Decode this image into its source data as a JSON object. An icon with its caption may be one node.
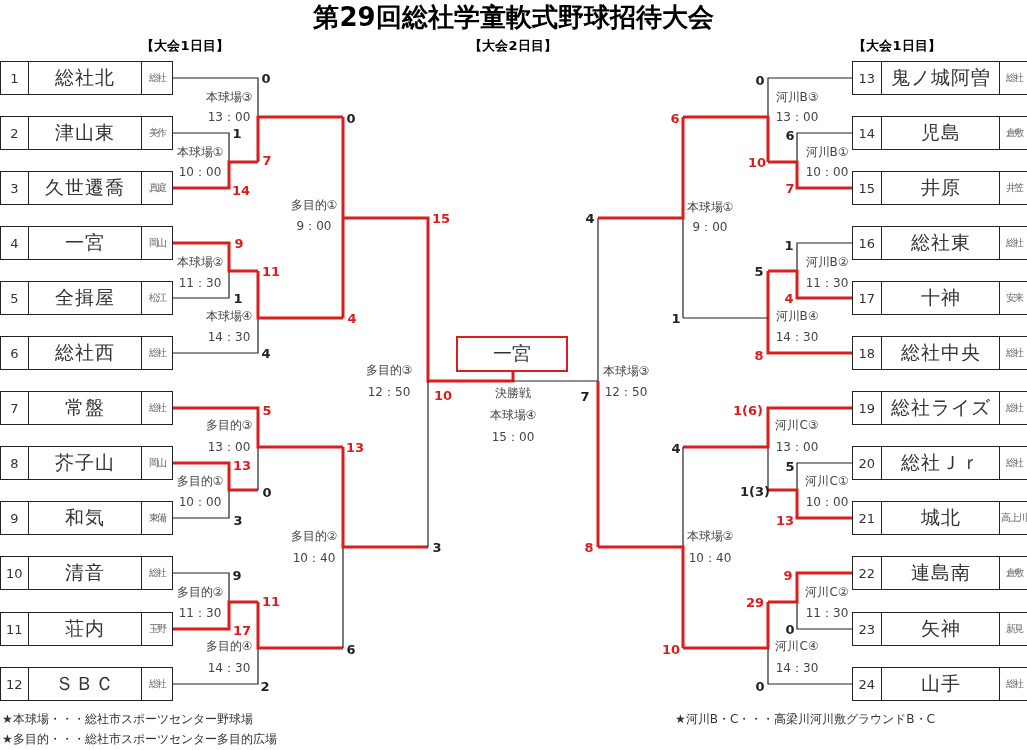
{
  "diagram": {
    "title": "第29回総社学童軟式野球招待大会",
    "nodes": [
      {
        "text": [
          "1",
          "総社北",
          "総社"
        ]
      },
      {
        "text": [
          "2",
          "津山東",
          "美作"
        ]
      },
      {
        "text": [
          "3",
          "久世遷喬",
          "真庭"
        ]
      },
      {
        "text": [
          "4",
          "一宮",
          "岡山"
        ]
      },
      {
        "text": [
          "5",
          "全揖屋",
          "松江"
        ]
      },
      {
        "text": [
          "6",
          "総社西",
          "総社"
        ]
      },
      {
        "text": [
          "7",
          "常盤",
          "総社"
        ]
      },
      {
        "text": [
          "8",
          "芥子山",
          "岡山"
        ]
      },
      {
        "text": [
          "9",
          "和気",
          "東備"
        ]
      },
      {
        "text": [
          "10",
          "清音",
          "総社"
        ]
      },
      {
        "text": [
          "11",
          "荘内",
          "玉野"
        ]
      },
      {
        "text": [
          "12",
          "ＳＢＣ",
          "総社"
        ]
      },
      {
        "text": [
          "13",
          "鬼ノ城阿曽",
          "総社"
        ]
      },
      {
        "text": [
          "14",
          "児島",
          "倉敷"
        ]
      },
      {
        "text": [
          "15",
          "井原",
          "井笠"
        ]
      },
      {
        "text": [
          "16",
          "総社東",
          "総社"
        ]
      },
      {
        "text": [
          "17",
          "十神",
          "安来"
        ]
      },
      {
        "text": [
          "18",
          "総社中央",
          "総社"
        ]
      },
      {
        "text": [
          "19",
          "総社ライズ",
          "総社"
        ]
      },
      {
        "text": [
          "20",
          "総社Ｊｒ",
          "総社"
        ]
      },
      {
        "text": [
          "21",
          "城北",
          "高上川"
        ]
      },
      {
        "text": [
          "22",
          "連島南",
          "倉敷"
        ]
      },
      {
        "text": [
          "23",
          "矢神",
          "新見"
        ]
      },
      {
        "text": [
          "24",
          "山手",
          "総社"
        ]
      },
      {
        "text": [
          "一宮"
        ]
      }
    ],
    "labels": [
      "【大会1日目】",
      "【大会2日目】",
      "【大会1日目】",
      "0",
      "本球場③",
      "13：00",
      "1",
      "本球場①",
      "10：00",
      "7",
      "14",
      "0",
      "多目的①",
      "9：00",
      "15",
      "9",
      "本球場②",
      "11：30",
      "11",
      "1",
      "本球場④",
      "14：30",
      "4",
      "4",
      "多目的③",
      "12：50",
      "10",
      "決勝戦",
      "本球場④",
      "15：00",
      "7",
      "本球場③",
      "12：50",
      "4",
      "8",
      "0",
      "河川B③",
      "13：00",
      "6",
      "6",
      "河川B①",
      "10：00",
      "10",
      "7",
      "本球場①",
      "9：00",
      "1",
      "河川B②",
      "11：30",
      "5",
      "4",
      "1",
      "河川B④",
      "14：30",
      "8",
      "5",
      "多目的③",
      "13：00",
      "13",
      "13",
      "多目的①",
      "10：00",
      "0",
      "3",
      "多目的②",
      "10：40",
      "3",
      "9",
      "多目的②",
      "11：30",
      "11",
      "17",
      "多目的④",
      "14：30",
      "6",
      "2",
      "1(6)",
      "河川C③",
      "13：00",
      "4",
      "5",
      "1(3)",
      "河川C①",
      "10：00",
      "13",
      "本球場②",
      "10：40",
      "9",
      "29",
      "河川C②",
      "11：30",
      "0",
      "10",
      "河川C④",
      "14：30",
      "0",
      "★本球場・・・総社市スポーツセンター野球場",
      "★多目的・・・総社市スポーツセンター多目的広場",
      "★河川B・C・・・高梁川河川敷グラウンドB・C"
    ]
  }
}
